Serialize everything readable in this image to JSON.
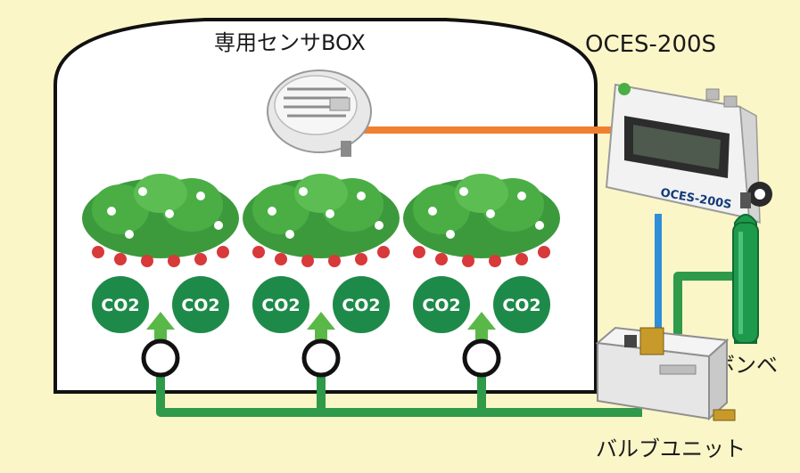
{
  "labels": {
    "sensor_box": "専用センサBOX",
    "controller": "OCES-200S",
    "controller_panel": "OCES-200S",
    "cylinder": "ボンベ",
    "valve_unit": "バルブユニット"
  },
  "co2_badge_text": "CO2",
  "colors": {
    "background": "#fbf6c8",
    "greenhouse_fill": "#ffffff",
    "green_pipe": "#2e9a4a",
    "co2_badge": "#1e8a4a",
    "orange_cable": "#f08030",
    "blue_cable": "#2e8fd8",
    "cylinder": "#1d9a4c"
  }
}
